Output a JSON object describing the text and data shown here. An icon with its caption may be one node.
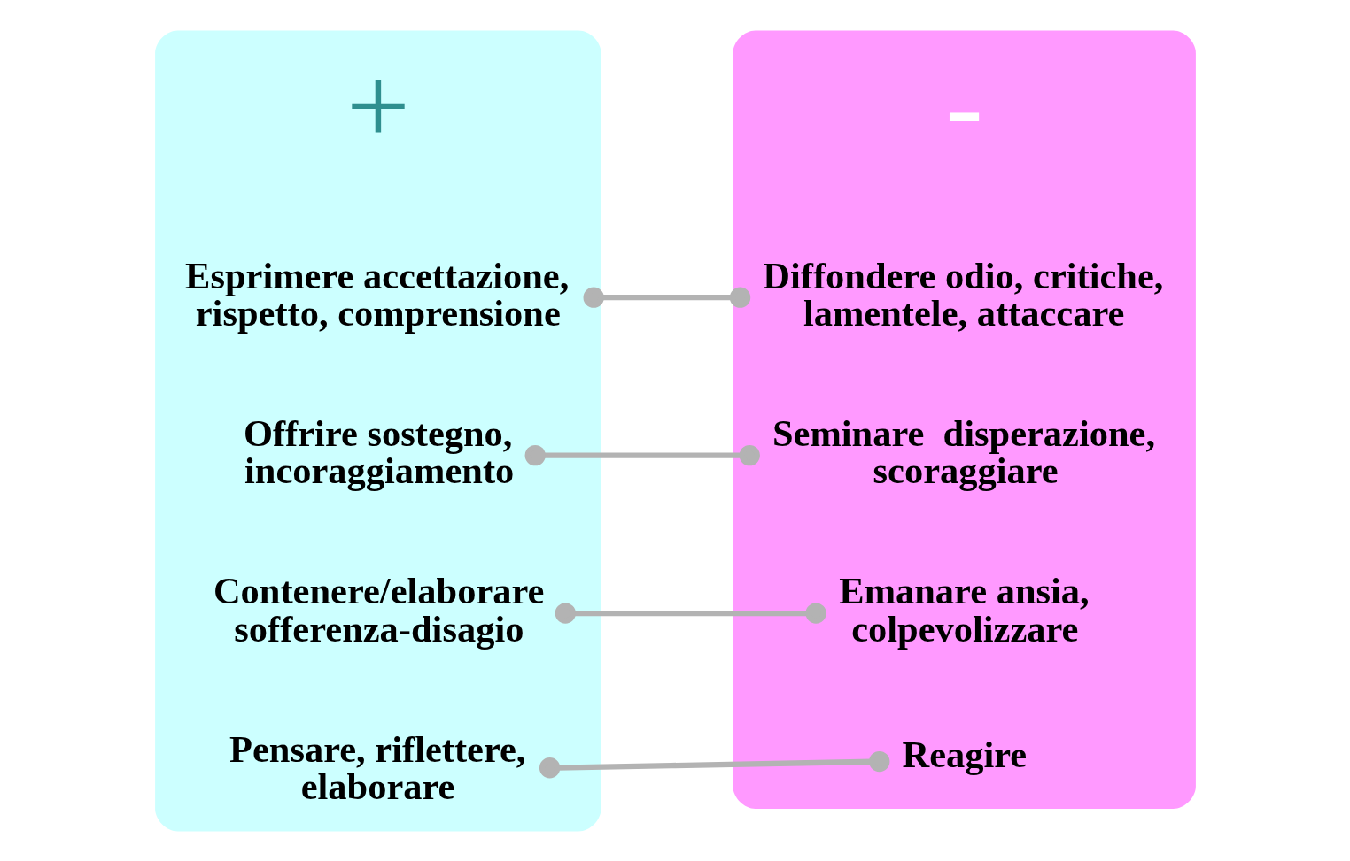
{
  "diagram": {
    "nodes": [
      {
        "text": [],
        "shape": "ellipse"
      },
      {
        "text": [],
        "shape": "ellipse"
      },
      {
        "text": [
          "Esprimere accettazione, rispetto, comprensione"
        ],
        "in": 0
      },
      {
        "text": [
          "Offrire sostegno, incoraggiamento"
        ],
        "in": 0
      },
      {
        "text": [
          "Reagire"
        ],
        "in": 1
      },
      {
        "text": [
          "Emanare ansia, colpevolizzare"
        ],
        "in": 1
      },
      {
        "text": [
          "Contenere/elaborare sofferenza-disagio"
        ],
        "in": 0
      },
      {
        "text": [
          "Diffondere odio, critiche, lamentele, attaccare"
        ],
        "in": 1
      },
      {
        "text": [
          "Pensare, riflettere, elaborare"
        ],
        "in": 0
      },
      {
        "text": [
          "Seminare  disperazione, scoraggiare"
        ],
        "in": 1
      }
    ],
    "edges": [
      {
        "from": 2,
        "to": 7,
        "arrow": "other"
      },
      {
        "from": 3,
        "to": 9,
        "arrow": "other"
      },
      {
        "from": 8,
        "to": 4,
        "arrow": "other"
      },
      {
        "from": 6,
        "to": 5,
        "arrow": "other"
      }
    ],
    "labels": [
      "+",
      "-"
    ]
  }
}
